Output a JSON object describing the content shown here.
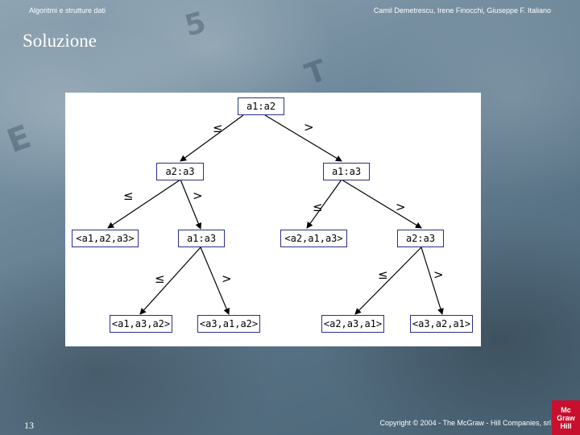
{
  "header": {
    "left": "Algoritmi e strutture dati",
    "right": "Camil Demetrescu, Irene Finocchi, Giuseppe F. Italiano"
  },
  "title": "Soluzione",
  "tree": {
    "root": "a1:a2",
    "n_left": "a2:a3",
    "n_right": "a1:a3",
    "leaf_123": "<a1,a2,a3>",
    "n_mid": "a1:a3",
    "leaf_213": "<a2,a1,a3>",
    "n_rr": "a2:a3",
    "leaf_132": "<a1,a3,a2>",
    "leaf_312": "<a3,a1,a2>",
    "leaf_231": "<a2,a3,a1>",
    "leaf_321": "<a3,a2,a1>",
    "le": "≤",
    "gt": ">"
  },
  "footer": {
    "page": "13",
    "copyright": "Copyright © 2004 - The McGraw - Hill Companies, srl"
  },
  "logo": {
    "line1": "Mc",
    "line2": "Graw",
    "line3": "Hill"
  },
  "colors": {
    "node_border": "#2a2f8a",
    "edge": "#000000"
  }
}
